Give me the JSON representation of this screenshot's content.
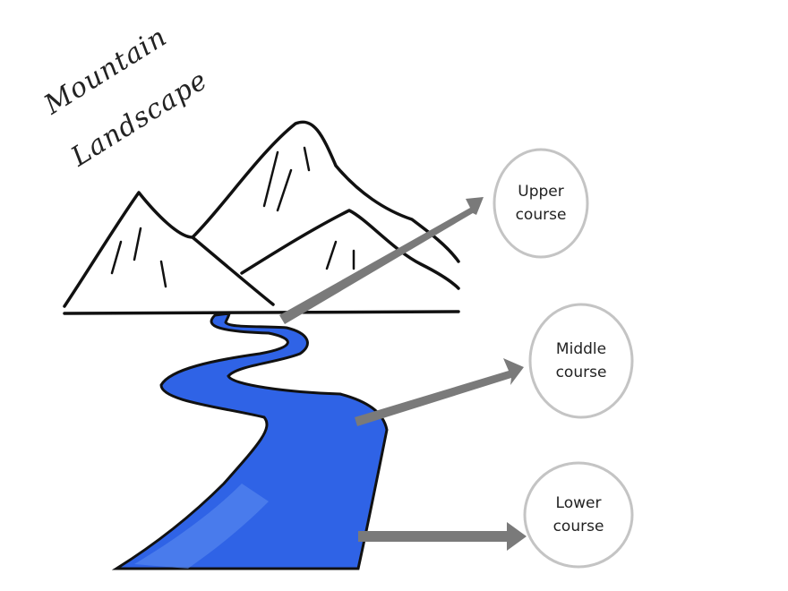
{
  "title": {
    "line1": "Mountain",
    "line2": "Landscape"
  },
  "stages": [
    {
      "line1": "Upper",
      "line2": "course"
    },
    {
      "line1": "Middle",
      "line2": "course"
    },
    {
      "line1": "Lower",
      "line2": "course"
    }
  ],
  "colors": {
    "river": "#2f63e6",
    "arrow": "#7a7a7a",
    "circle": "#c4c4c4",
    "ink": "#111111"
  }
}
